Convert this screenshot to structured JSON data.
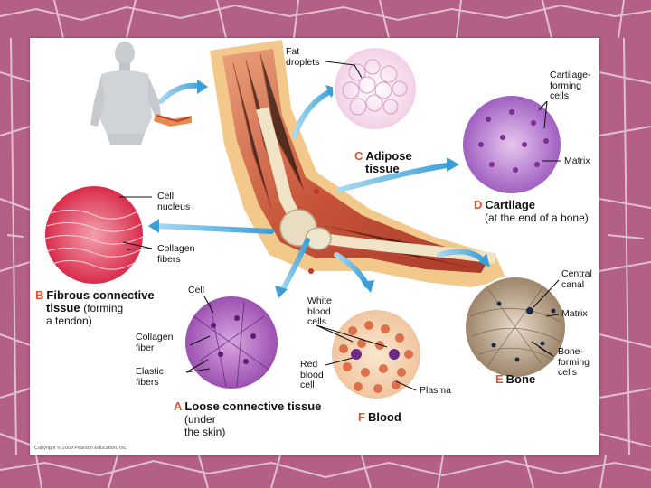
{
  "slide": {
    "background_color": "#b45f85",
    "panel_color": "#ffffff",
    "letter_color": "#e0542b"
  },
  "panels": {
    "a": {
      "letter": "A",
      "title": "Loose connective tissue",
      "subtitle_1": "(under",
      "subtitle_2": "the skin)"
    },
    "b": {
      "letter": "B",
      "title": "Fibrous connective",
      "subtitle_1": "tissue",
      "subtitle_2": "(forming",
      "subtitle_3": "a tendon)"
    },
    "c": {
      "letter": "C",
      "title": "Adipose",
      "subtitle": "tissue"
    },
    "d": {
      "letter": "D",
      "title": "Cartilage",
      "subtitle": "(at the end of a bone)"
    },
    "e": {
      "letter": "E",
      "title": "Bone"
    },
    "f": {
      "letter": "F",
      "title": "Blood"
    }
  },
  "labels": {
    "fat_droplets": [
      "Fat",
      "droplets"
    ],
    "cartilage_forming_cells": [
      "Cartilage-",
      "forming",
      "cells"
    ],
    "matrix_d": "Matrix",
    "cell_nucleus": [
      "Cell",
      "nucleus"
    ],
    "collagen_fibers_b": [
      "Collagen",
      "fibers"
    ],
    "cell_a": "Cell",
    "collagen_fiber_a": [
      "Collagen",
      "fiber"
    ],
    "elastic_fibers_a": [
      "Elastic",
      "fibers"
    ],
    "white_blood_cells": [
      "White",
      "blood",
      "cells"
    ],
    "red_blood_cell": [
      "Red",
      "blood",
      "cell"
    ],
    "plasma": "Plasma",
    "central_canal": [
      "Central",
      "canal"
    ],
    "matrix_e": "Matrix",
    "bone_forming_cells": [
      "Bone-",
      "forming",
      "cells"
    ]
  },
  "copyright": "Copyright © 2009 Pearson Education, Inc."
}
